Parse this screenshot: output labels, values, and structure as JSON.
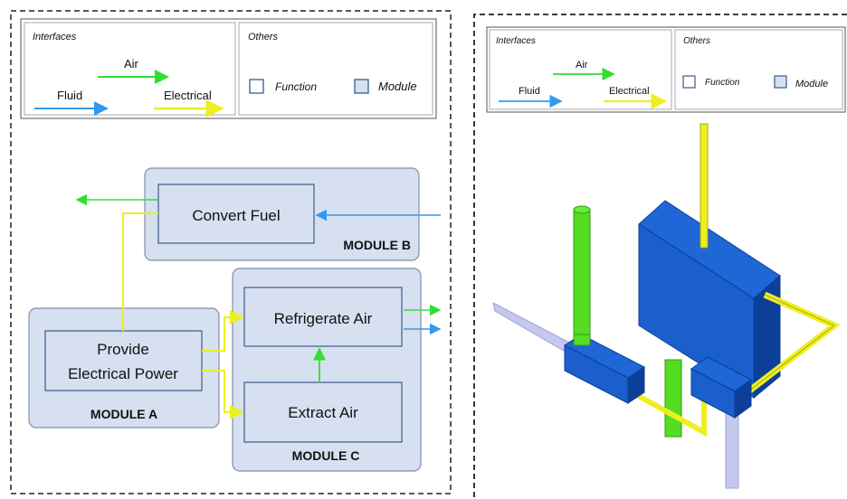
{
  "legend_left": {
    "interfaces_title": "Interfaces",
    "others_title": "Others",
    "air": "Air",
    "fluid": "Fluid",
    "electrical": "Electrical",
    "function": "Function",
    "module": "Module"
  },
  "legend_right": {
    "interfaces_title": "Interfaces",
    "others_title": "Others",
    "air": "Air",
    "fluid": "Fluid",
    "electrical": "Electrical",
    "function": "Function",
    "module": "Module"
  },
  "diagram": {
    "module_b_label": "MODULE B",
    "module_a_label": "MODULE A",
    "module_c_label": "MODULE C",
    "convert_fuel": "Convert Fuel",
    "provide_line1": "Provide",
    "provide_line2": "Electrical Power",
    "refrigerate_air": "Refrigerate Air",
    "extract_air": "Extract Air"
  },
  "colors": {
    "air": "#33dd33",
    "fluid": "#3399ee",
    "electrical": "#eeee22",
    "module_fill": "#d6e0f0",
    "module_stroke": "#7f8fa6",
    "block_blue": "#1a5fcc"
  }
}
